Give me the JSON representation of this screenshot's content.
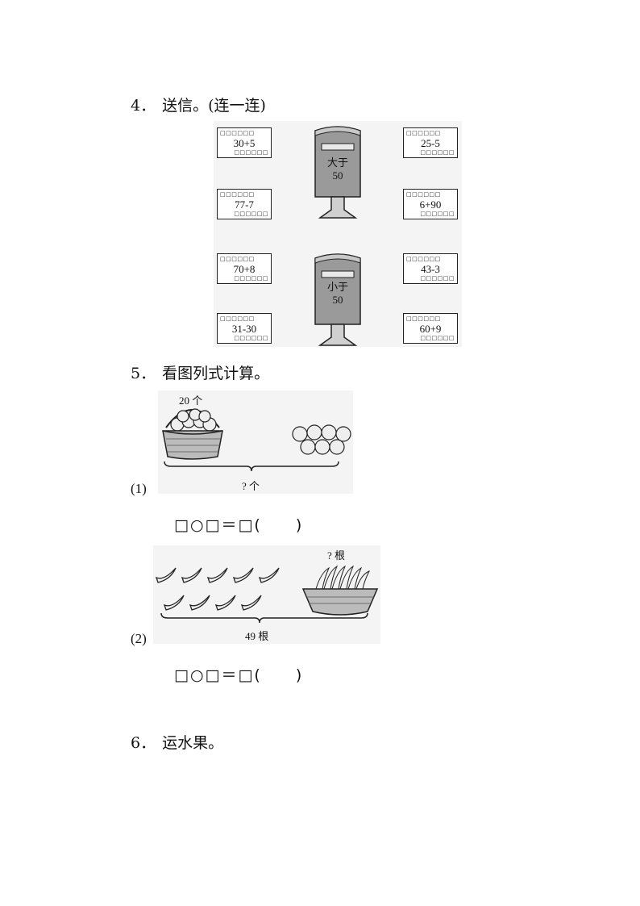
{
  "q4": {
    "number": "4．",
    "title": "送信。(连一连)",
    "letters": [
      {
        "top": "□□□□□□",
        "expr": "30+5",
        "bottom": "□□□□□□"
      },
      {
        "top": "□□□□□□",
        "expr": "77-7",
        "bottom": "□□□□□□"
      },
      {
        "top": "□□□□□□",
        "expr": "25-5",
        "bottom": "□□□□□□"
      },
      {
        "top": "□□□□□□",
        "expr": "6+90",
        "bottom": "□□□□□□"
      },
      {
        "top": "□□□□□□",
        "expr": "70+8",
        "bottom": "□□□□□□"
      },
      {
        "top": "□□□□□□",
        "expr": "31-30",
        "bottom": "□□□□□□"
      },
      {
        "top": "□□□□□□",
        "expr": "43-3",
        "bottom": "□□□□□□"
      },
      {
        "top": "□□□□□□",
        "expr": "60+9",
        "bottom": "□□□□□□"
      }
    ],
    "mailbox1": {
      "line1": "大于",
      "line2": "50"
    },
    "mailbox2": {
      "line1": "小于",
      "line2": "50"
    }
  },
  "q5": {
    "number": "5．",
    "title": "看图列式计算。",
    "part1": {
      "label": "(1)",
      "top_count": "20 个",
      "total": "? 个",
      "equation": "□○□＝□(　　)"
    },
    "part2": {
      "label": "(2)",
      "top_count": "? 根",
      "total": "49 根",
      "equation": "□○□＝□(　　)"
    }
  },
  "q6": {
    "number": "6．",
    "title": "运水果。"
  }
}
